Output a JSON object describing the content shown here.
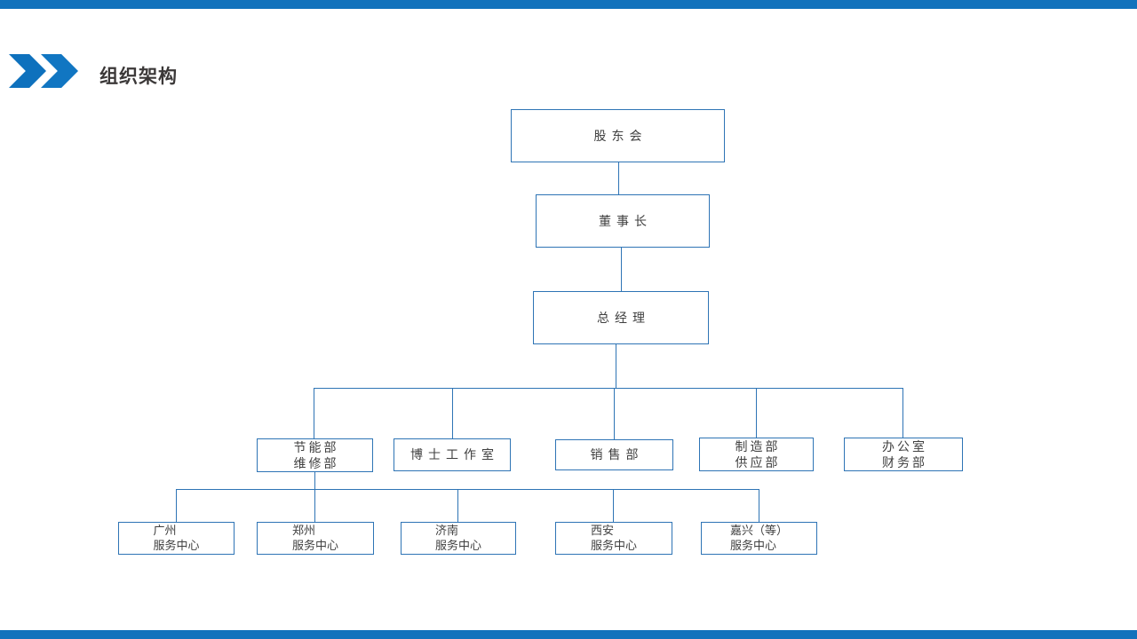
{
  "slide": {
    "title": "组织架构",
    "accent_color": "#1272BC",
    "box_border_color": "#2E74B5",
    "connector_color": "#2E74B5"
  },
  "org": {
    "nodes": [
      {
        "id": "shareholders-meeting",
        "label": "股东会",
        "parent": null
      },
      {
        "id": "chairman",
        "label": "董事长",
        "parent": "shareholders-meeting"
      },
      {
        "id": "general-manager",
        "label": "总经理",
        "parent": "chairman"
      },
      {
        "id": "energy-maintenance-dept",
        "label": "节能部\n维修部",
        "parent": "general-manager"
      },
      {
        "id": "doctor-studio",
        "label": "博士工作室",
        "parent": "general-manager"
      },
      {
        "id": "sales-dept",
        "label": "销售部",
        "parent": "general-manager"
      },
      {
        "id": "manufacturing-supply-dept",
        "label": "制造部\n供应部",
        "parent": "general-manager"
      },
      {
        "id": "office-finance-dept",
        "label": "办公室\n财务部",
        "parent": "general-manager"
      },
      {
        "id": "guangzhou-service-center",
        "label": "广州\n服务中心",
        "parent": "energy-maintenance-dept"
      },
      {
        "id": "zhengzhou-service-center",
        "label": "郑州\n服务中心",
        "parent": "energy-maintenance-dept"
      },
      {
        "id": "jinan-service-center",
        "label": "济南\n服务中心",
        "parent": "energy-maintenance-dept"
      },
      {
        "id": "xian-service-center",
        "label": "西安\n服务中心",
        "parent": "energy-maintenance-dept"
      },
      {
        "id": "jiaxing-service-center",
        "label": "嘉兴（等）\n服务中心",
        "parent": "energy-maintenance-dept"
      }
    ]
  }
}
